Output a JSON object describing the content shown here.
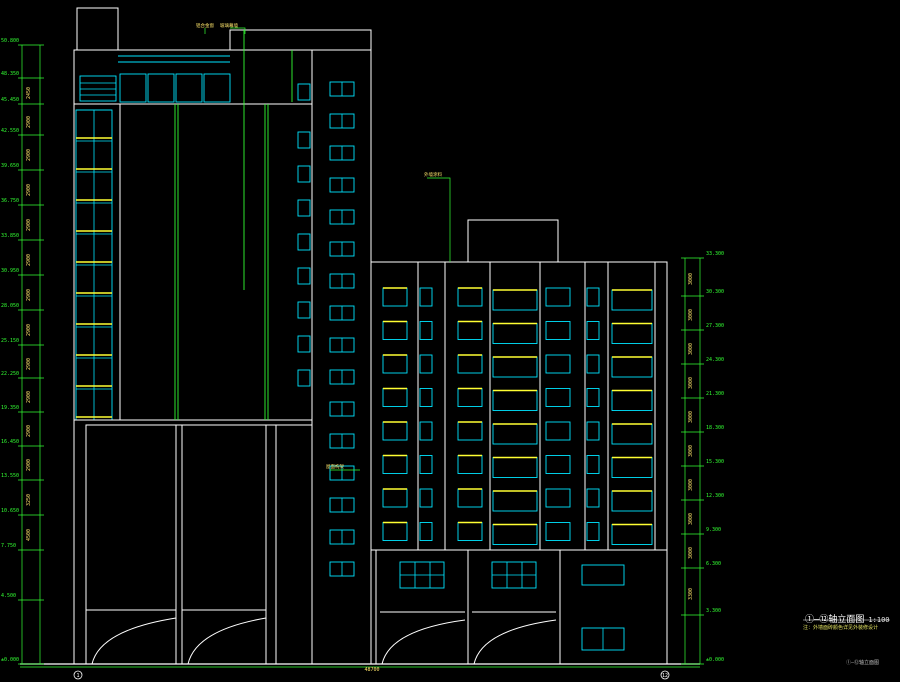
{
  "drawing": {
    "title": "①—⑫轴立面图",
    "scale": "1:100",
    "subtitle": "注：外墙面砖颜色详见外装修设计",
    "corner_label": "①—⑫轴立面图",
    "axis_left": "1",
    "axis_right": "12",
    "overall_dimension": "48700"
  },
  "elevations_left": [
    "50.800",
    "48.350",
    "45.450",
    "42.550",
    "39.650",
    "36.750",
    "33.850",
    "30.950",
    "28.050",
    "25.150",
    "22.250",
    "19.350",
    "16.450",
    "13.550",
    "10.650",
    "7.750",
    "4.500",
    "±0.000"
  ],
  "elevations_right": [
    "33.300",
    "30.300",
    "27.300",
    "24.300",
    "21.300",
    "18.300",
    "15.300",
    "12.300",
    "9.300",
    "6.300",
    "3.300",
    "±0.000"
  ],
  "floor_heights_left": [
    "2450",
    "2900",
    "2900",
    "2900",
    "2900",
    "2900",
    "2900",
    "2900",
    "2900",
    "2900",
    "2900",
    "2900",
    "3250",
    "4500"
  ],
  "floor_heights_right": [
    "3000",
    "3000",
    "3000",
    "3000",
    "3000",
    "3000",
    "3000",
    "3000",
    "3000",
    "3300"
  ],
  "leader_notes": [
    "铝合金窗",
    "玻璃幕墙",
    "外墙涂料",
    "屋面构架"
  ],
  "colors": {
    "outline": "#ffffff",
    "window": "#00e5ff",
    "dimension": "#33ff33",
    "highlight": "#ffff33",
    "label_yellow": "#ffe66b",
    "background": "#000000"
  }
}
